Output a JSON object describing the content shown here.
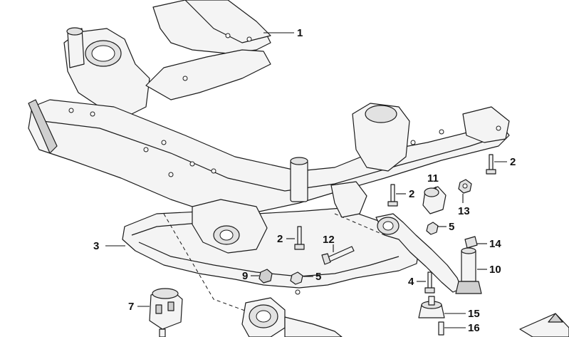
{
  "callouts": [
    {
      "id": "c1",
      "label": "1"
    },
    {
      "id": "c2a",
      "label": "2"
    },
    {
      "id": "c2b",
      "label": "2"
    },
    {
      "id": "c2c",
      "label": "2"
    },
    {
      "id": "c3",
      "label": "3"
    },
    {
      "id": "c4",
      "label": "4"
    },
    {
      "id": "c5a",
      "label": "5"
    },
    {
      "id": "c5b",
      "label": "5"
    },
    {
      "id": "c7",
      "label": "7"
    },
    {
      "id": "c9",
      "label": "9"
    },
    {
      "id": "c10",
      "label": "10"
    },
    {
      "id": "c11",
      "label": "11"
    },
    {
      "id": "c12",
      "label": "12"
    },
    {
      "id": "c13",
      "label": "13"
    },
    {
      "id": "c14",
      "label": "14"
    },
    {
      "id": "c15",
      "label": "15"
    },
    {
      "id": "c16",
      "label": "16"
    }
  ],
  "icons": {
    "corner": "page-curl-icon"
  }
}
